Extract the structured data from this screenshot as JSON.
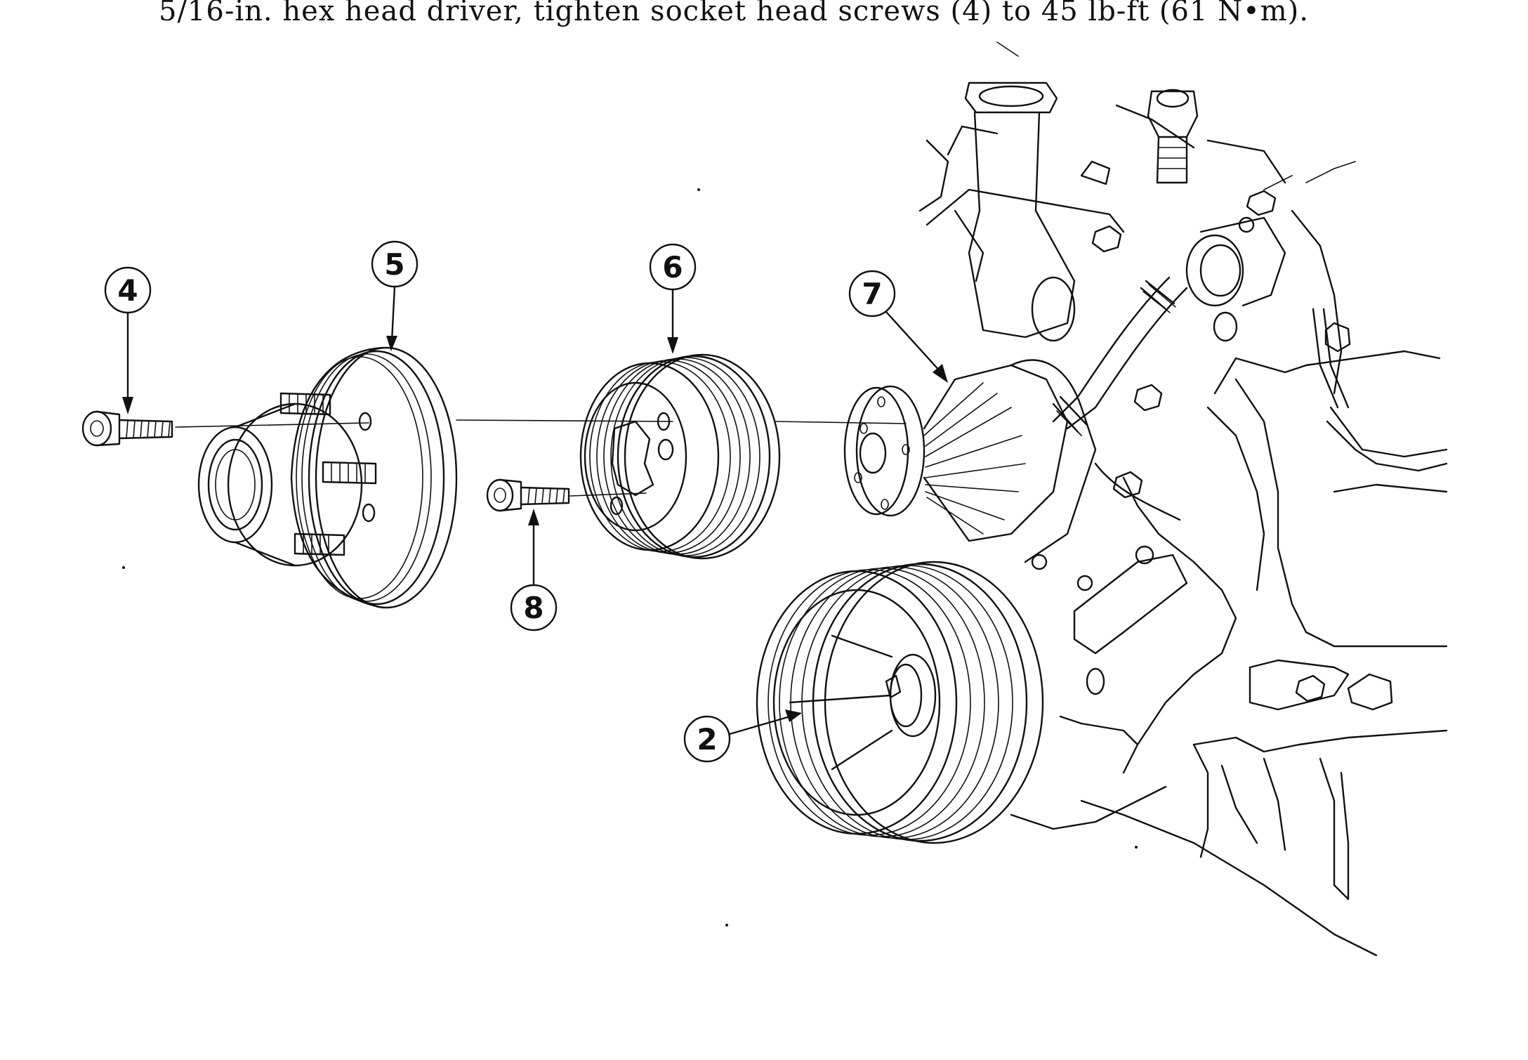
{
  "instruction": {
    "text": "5/16-in. hex head driver, tighten socket head screws (4) to 45 lb-ft (61 N•m)."
  },
  "callouts": {
    "c4": "4",
    "c5": "5",
    "c6": "6",
    "c7": "7",
    "c8": "8",
    "c2": "2"
  },
  "colors": {
    "ink": "#111111",
    "paper": "#ffffff"
  }
}
